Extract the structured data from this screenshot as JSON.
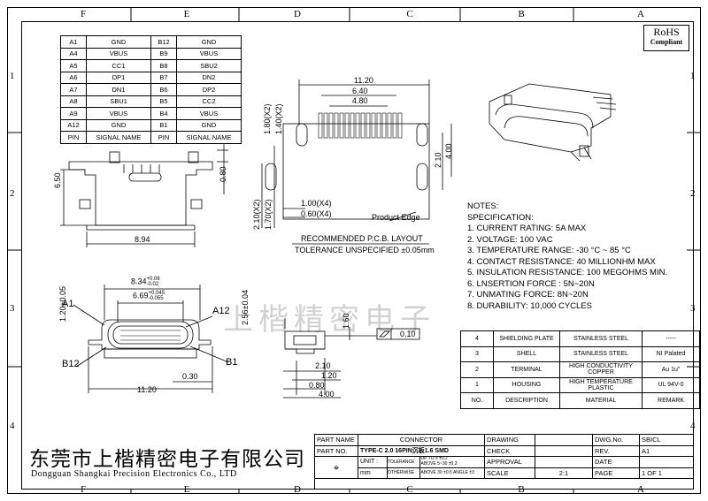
{
  "grid": {
    "cols": [
      "F",
      "E",
      "D",
      "C",
      "B",
      "A"
    ],
    "rows": [
      "1",
      "2",
      "3",
      "4"
    ]
  },
  "rohs": {
    "line1": "RoHS",
    "line2": "Compliant"
  },
  "pin_table": {
    "rows": [
      [
        "A1",
        "GND",
        "B12",
        "GND"
      ],
      [
        "A4",
        "VBUS",
        "B9",
        "VBUS"
      ],
      [
        "A5",
        "CC1",
        "B8",
        "SBU2"
      ],
      [
        "A6",
        "DP1",
        "B7",
        "DN2"
      ],
      [
        "A7",
        "DN1",
        "B6",
        "DP2"
      ],
      [
        "A8",
        "SBU1",
        "B5",
        "CC2"
      ],
      [
        "A9",
        "VBUS",
        "B4",
        "VBUS"
      ],
      [
        "A12",
        "GND",
        "B1",
        "GND"
      ],
      [
        "PIN",
        "SIGNAL NAME",
        "PIN",
        "SIGNAL NAME"
      ]
    ]
  },
  "front_view": {
    "dim_height": "6.50",
    "dim_width": "8.94",
    "dim_side": "0.80"
  },
  "pcb_layout": {
    "dim_11_20": "11.20",
    "dim_6_40": "6.40",
    "dim_4_80": "4.80",
    "dim_1_80": "1.80(X2)",
    "dim_1_40": "1.40(X2)",
    "dim_2_10_r": "2.10",
    "dim_4_00_r": "4.00",
    "dim_2_10_x2": "2.10(X2)",
    "dim_1_70_x2": "1.70(X2)",
    "dim_1_00": "1.00(X4)",
    "dim_0_60": "0.60(X4)",
    "product_edge": "Product Edge",
    "title": "RECOMMENDED    P.C.B.  LAYOUT",
    "tolerance": "TOLERANCE  UNSPECIFIED  ±0.05mm"
  },
  "bottom_view": {
    "dim_8_34": "8.34",
    "dim_8_34_tol_top": "+0.06",
    "dim_8_34_tol_bot": "-0.02",
    "dim_6_69": "6.69",
    "dim_6_69_tol_top": "+0.045",
    "dim_6_69_tol_bot": "-0.055",
    "dim_1_20": "1.20±0.05",
    "dim_2_56": "2.56±0.04",
    "label_a1": "A1",
    "label_a12": "A12",
    "label_b12": "B12",
    "label_b1": "B1",
    "dim_0_30": "0.30",
    "dim_11_20": "11.20"
  },
  "side_view": {
    "dim_1_60": "1.60",
    "dim_2_10": "2.10",
    "dim_1_20": "1.20",
    "dim_0_80": "0.80",
    "dim_4_00": "4.00",
    "flatness": "0.10"
  },
  "notes": {
    "title": "NOTES:",
    "subtitle": "SPECIFICATION:",
    "items": [
      "1. CURRENT RATING: 5A MAX",
      "2. VOLTAGE: 100 VAC",
      "3. TEMPERATURE RANGE: -30 °C ~ 85 °C",
      "4. CONTACT RESISTANCE: 40 MILLIONHM MAX",
      "5. INSULATION RESISTANCE: 100 MEGOHMS MIN.",
      "6. LNSERTION FORCE : 5N~20N",
      "7. UNMATING FORCE: 8N~20N",
      "8. DURABILITY:  10,000 CYCLES"
    ]
  },
  "bom": {
    "rows": [
      [
        "4",
        "SHIELDING PLATE",
        "STAINLESS STEEL",
        "-----"
      ],
      [
        "3",
        "SHELL",
        "STAINLESS STEEL",
        "NI Palated"
      ],
      [
        "2",
        "TERMINAL",
        "HIGH CONDUCTIVITY COPPER",
        "Au 1u\""
      ],
      [
        "1",
        "HOUSING",
        "HIGH TEMPERATURE PLASTIC",
        "UL 94V-0"
      ],
      [
        "NO.",
        "DESCRIPTION",
        "MATERIAL",
        "REMARK"
      ]
    ]
  },
  "company": {
    "cn": "东莞市上楷精密电子有限公司",
    "en": "Dongguan Shangkai Precision Electronics Co., LTD"
  },
  "watermark": "上楷精密电子",
  "title_block": {
    "part_name_label": "PART NAME",
    "part_name": "CONNECTOR",
    "drawing_label": "DRAWING",
    "dwg_no_label": "DWG.No.",
    "dwg_no": "SBICL",
    "part_no_label": "PART NO.",
    "part_no": "TYPE-C 2.0 16PIN沉板1.6 SMD",
    "check_label": "CHECK",
    "rev_label": "REV.",
    "rev": "A1",
    "unit_label": "UNIT :",
    "unit": "mm",
    "tol_label": "TOLERANCE",
    "other_label": "OTHERWISE",
    "tol1": "UP TO 5",
    "tol1v": "±0.2",
    "tol2": "ABOVE 5~30",
    "tol2v": "±0.3",
    "tol3": "ABOVE 30",
    "tol3v": "±0.5",
    "angle_label": "ANGLE",
    "angle": "±3",
    "angle2": "ANGLE",
    "angle2v": "±0.5",
    "approval_label": "APPROVAL",
    "date_label": "DATE",
    "scale_label": "SCALE",
    "scale": "2:1",
    "page_label": "PAGE",
    "page": "1  OF  1"
  }
}
